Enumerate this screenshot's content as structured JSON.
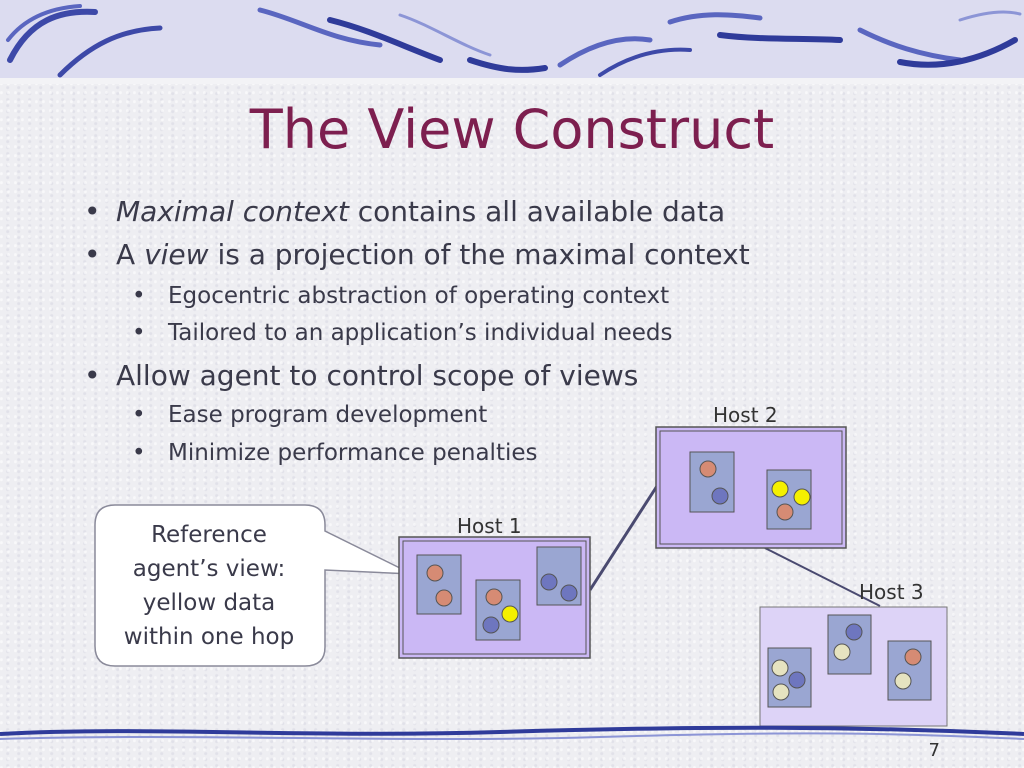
{
  "slide": {
    "title": "The View Construct",
    "page_number": "7"
  },
  "bullets": {
    "b1_italic": "Maximal context",
    "b1_rest": " contains all available data",
    "b2_start": "A ",
    "b2_italic": "view",
    "b2_rest": " is a projection of the maximal context",
    "b2_sub1": "Egocentric abstraction of operating context",
    "b2_sub2": "Tailored to an application’s individual needs",
    "b3": "Allow agent to control scope of views",
    "b3_sub1": "Ease program development",
    "b3_sub2": "Minimize performance penalties",
    "bullet_char": "•"
  },
  "diagram": {
    "host1_label": "Host 1",
    "host2_label": "Host 2",
    "host3_label": "Host 3",
    "callout": {
      "line1": "Reference",
      "line2": "agent’s view:",
      "line3": "yellow data",
      "line4": "within one hop"
    }
  },
  "colors": {
    "title": "#7d1f4f",
    "host_fill": "#cbb8f5",
    "host3_fill": "#ddd3f7",
    "agent_box": "#9aa6d2",
    "dot_orange": "#d68b74",
    "dot_blue": "#6e76bf",
    "dot_yellow": "#f5f000",
    "dot_cream": "#e6e3c0"
  }
}
